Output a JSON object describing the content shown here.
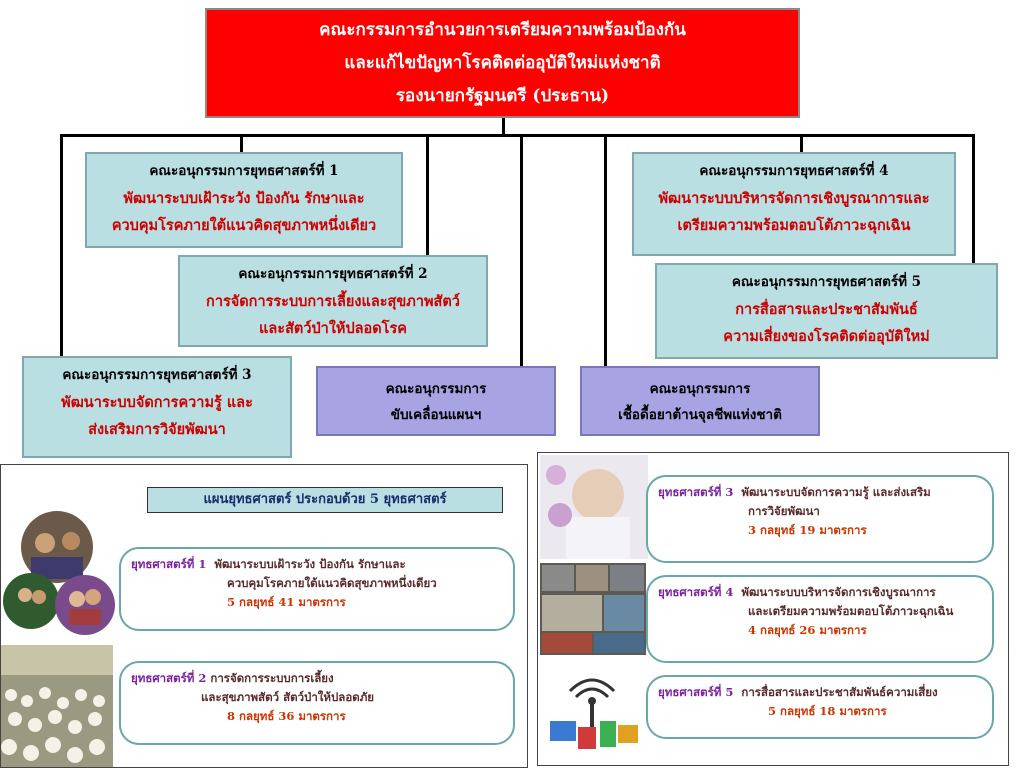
{
  "header": {
    "line1": "คณะกรรมการอำนวยการเตรียมความพร้อมป้องกัน",
    "line2": "และแก้ไขปัญหาโรคติดต่ออุบัติใหม่แห่งชาติ",
    "line3": "รองนายกรัฐมนตรี (ประธาน)"
  },
  "subcommittees": [
    {
      "title": "คณะอนุกรรมการยุทธศาสตร์ที่ 1",
      "line1": "พัฒนาระบบเฝ้าระวัง ป้องกัน รักษาและ",
      "line2": "ควบคุมโรคภายใต้แนวคิดสุขภาพหนึ่งเดียว"
    },
    {
      "title": "คณะอนุกรรมการยุทธศาสตร์ที่ 2",
      "line1": "การจัดการระบบการเลี้ยงและสุขภาพสัตว์",
      "line2": "และสัตว์ป่าให้ปลอดโรค"
    },
    {
      "title": "คณะอนุกรรมการยุทธศาสตร์ที่ 3",
      "line1": "พัฒนาระบบจัดการความรู้ และ",
      "line2": "ส่งเสริมการวิจัยพัฒนา"
    },
    {
      "title": "คณะอนุกรรมการยุทธศาสตร์ที่ 4",
      "line1": "พัฒนาระบบบริหารจัดการเชิงบูรณาการและ",
      "line2": "เตรียมความพร้อมตอบโต้ภาวะฉุกเฉิน"
    },
    {
      "title": "คณะอนุกรรมการยุทธศาสตร์ที่ 5",
      "line1": "การสื่อสารและประชาสัมพันธ์",
      "line2": "ความเสี่ยงของโรคติดต่ออุบัติใหม่"
    }
  ],
  "other_committees": [
    {
      "line1": "คณะอนุกรรมการ",
      "line2": "ขับเคลื่อนแผนฯ"
    },
    {
      "line1": "คณะอนุกรรมการ",
      "line2": "เชื้อดื้อยาต้านจุลชีพแห่งชาติ"
    }
  ],
  "plan_panel": {
    "heading": "แผนยุทธศาสตร์ ประกอบด้วย 5 ยุทธศาสตร์",
    "strategies": [
      {
        "label": "ยุทธศาสตร์ที่ 1",
        "text1": "พัฒนาระบบเฝ้าระวัง ป้องกัน รักษาและ",
        "text2": "ควบคุมโรคภายใต้แนวคิดสุขภาพหนึ่งเดียว",
        "count": "5 กลยุทธ์ 41 มาตรการ"
      },
      {
        "label": "ยุทธศาสตร์ที่ 2",
        "text1": "การจัดการระบบการเลี้ยง",
        "text2": "และสุขภาพสัตว์ สัตว์ป่าให้ปลอดภัย",
        "count": "8 กลยุทธ์ 36 มาตรการ"
      },
      {
        "label": "ยุทธศาสตร์ที่ 3",
        "text1": "พัฒนาระบบจัดการความรู้ และส่งเสริม",
        "text2": "การวิจัยพัฒนา",
        "count": "3 กลยุทธ์ 19 มาตรการ"
      },
      {
        "label": "ยุทธศาสตร์ที่ 4",
        "text1": "พัฒนาระบบบริหารจัดการเชิงบูรณาการ",
        "text2": "และเตรียมความพร้อมตอบโต้ภาวะฉุกเฉิน",
        "count": "4 กลยุทธ์ 26 มาตรการ"
      },
      {
        "label": "ยุทธศาสตร์ที่ 5",
        "text1": "การสื่อสารและประชาสัมพันธ์ความเสี่ยง",
        "text2": "",
        "count": "5 กลยุทธ์ 18 มาตรการ"
      }
    ]
  },
  "colors": {
    "header_bg": "#ff0000",
    "sub_bg": "#b9dfe2",
    "other_bg": "#a8a4e3",
    "accent_red": "#cc0000"
  }
}
